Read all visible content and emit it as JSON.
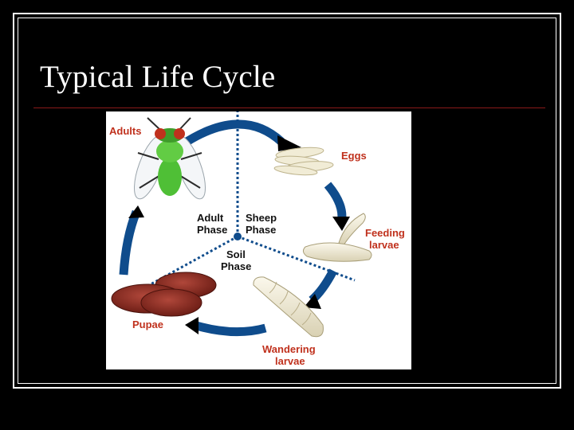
{
  "slide": {
    "title": "Typical Life Cycle"
  },
  "diagram": {
    "stages": {
      "adults": "Adults",
      "eggs": "Eggs",
      "feeding_line1": "Feeding",
      "feeding_line2": "larvae",
      "wandering_line1": "Wandering",
      "wandering_line2": "larvae",
      "pupae": "Pupae"
    },
    "phases": {
      "adult_line1": "Adult",
      "adult_line2": "Phase",
      "sheep_line1": "Sheep",
      "sheep_line2": "Phase",
      "soil_line1": "Soil",
      "soil_line2": "Phase"
    },
    "colors": {
      "stage_label": "#c0311d",
      "cycle_arrow": "#0f4c8c",
      "phase_divider": "#0f4c8c",
      "fly_body": "#57c43a",
      "pupa": "#8a2b20",
      "larva": "#efe9d4"
    },
    "icons": [
      "fly-icon",
      "eggs-icon",
      "feeding-larvae-icon",
      "wandering-larva-icon",
      "pupae-icon"
    ]
  }
}
